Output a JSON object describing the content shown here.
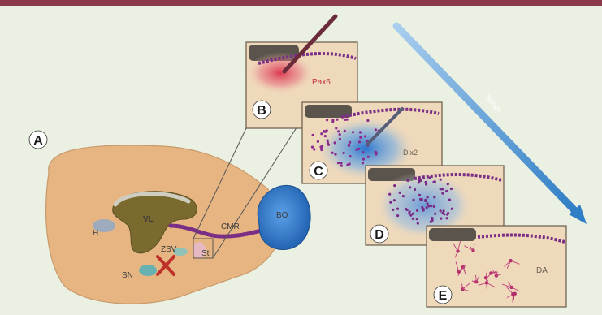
{
  "colors": {
    "top_bar": "#8a3a4a",
    "background": "#eaf0e2",
    "brain": "#e6b582",
    "ventricle": "#7a6a2e",
    "ob": "#2e78c4",
    "rms": "#7a2e86",
    "panel_bg": "#efd9bb",
    "arrow": "#3a86c8",
    "cross": "#c0302a"
  },
  "labels": {
    "panel_a": "A",
    "panel_b": "B",
    "panel_c": "C",
    "panel_d": "D",
    "panel_e": "E",
    "vl": "VL",
    "h": "H",
    "zsv": "ZSV",
    "st": "St",
    "sn": "SN",
    "cmr": "CMR",
    "bo": "BO",
    "panel_b_text": "Pax6",
    "panel_c_text": "Dlx2",
    "panel_e_text": "DA",
    "arrow_text": "Temps"
  }
}
